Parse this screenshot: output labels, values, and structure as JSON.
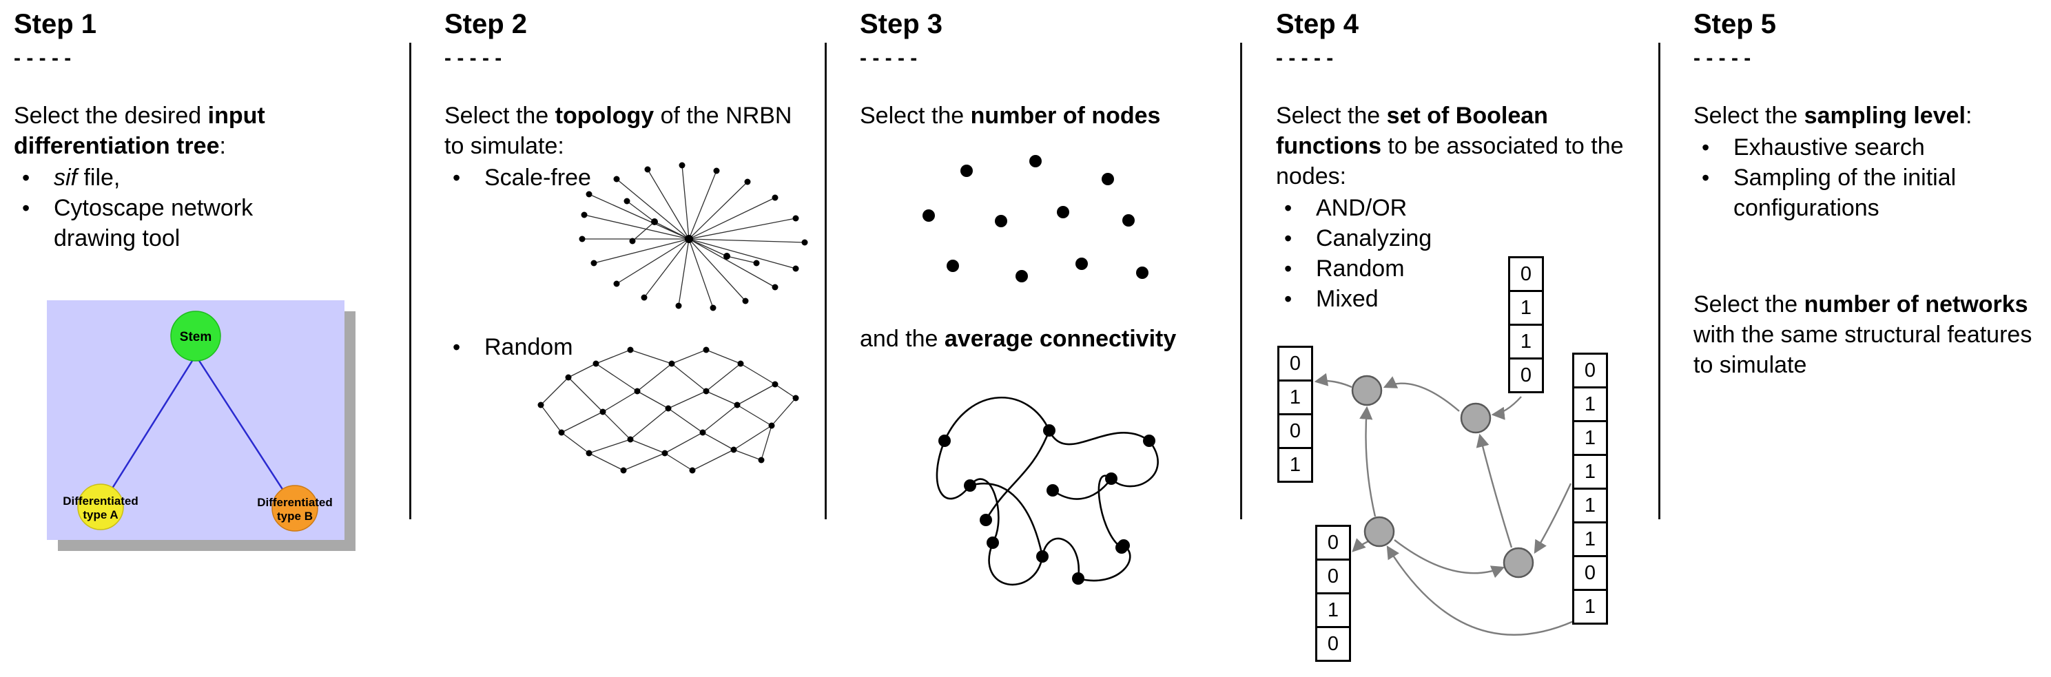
{
  "steps": [
    {
      "title": "Step 1",
      "dashes": "- - - - -",
      "intro": {
        "pre": "Select the desired ",
        "bold": "input differentiation tree",
        "post": ":"
      },
      "bullets": [
        {
          "italic": "sif",
          "post": " file,"
        },
        {
          "text": "Cytoscape network drawing tool"
        }
      ],
      "tree": {
        "stem": "Stem",
        "type_a_line1": "Differentiated",
        "type_a_line2": "type A",
        "type_b_line1": "Differentiated",
        "type_b_line2": "type B",
        "colors": {
          "background": "#ccccfe",
          "shadow": "#a9a9a9",
          "stem": "#33e533",
          "type_a": "#f2ea2a",
          "type_b": "#f59a28",
          "edge": "#2a2ad0"
        }
      }
    },
    {
      "title": "Step 2",
      "dashes": "- - - - -",
      "intro": {
        "pre": "Select the ",
        "bold": "topology",
        "post": " of the NRBN to simulate:"
      },
      "bullets": [
        {
          "text": "Scale-free"
        },
        {
          "text": "Random"
        }
      ]
    },
    {
      "title": "Step 3",
      "dashes": "- - - - -",
      "intro": {
        "pre": "Select the ",
        "bold": "number of nodes",
        "post": ""
      },
      "second": {
        "pre": "and the ",
        "bold": "average connectivity",
        "post": ""
      }
    },
    {
      "title": "Step 4",
      "dashes": "- - - - -",
      "intro": {
        "pre": "Select the ",
        "bold": "set of Boolean functions",
        "post": " to be associated to the nodes:"
      },
      "bullets": [
        {
          "text": "AND/OR"
        },
        {
          "text": "Canalyzing"
        },
        {
          "text": "Random"
        },
        {
          "text": "Mixed"
        }
      ],
      "truth_tables": {
        "left": [
          "0",
          "1",
          "0",
          "1"
        ],
        "top": [
          "0",
          "1",
          "1",
          "0"
        ],
        "bottom_left": [
          "0",
          "0",
          "1",
          "0"
        ],
        "right": [
          "0",
          "1",
          "1",
          "1",
          "1",
          "1",
          "0",
          "1"
        ]
      },
      "diagram": {
        "node_color": "#a9a9a9",
        "arrow_color": "#7d7d7d"
      }
    },
    {
      "title": "Step 5",
      "dashes": "- - - - -",
      "intro": {
        "pre": "Select the ",
        "bold": "sampling level",
        "post": ":"
      },
      "bullets": [
        {
          "text": "Exhaustive search"
        },
        {
          "text": "Sampling of the initial configurations"
        }
      ],
      "second": {
        "pre": "Select the ",
        "bold": "number of networks",
        "post": " with the same structural features to simulate"
      }
    }
  ]
}
